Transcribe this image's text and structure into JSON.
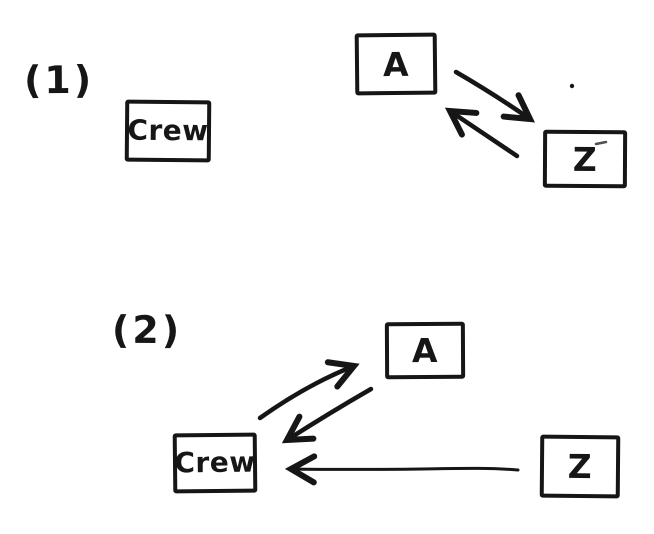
{
  "theme": {
    "paper": "#ffffff",
    "ink": "#161616"
  },
  "figure": {
    "diagrams": [
      {
        "label": "(1)",
        "nodes": {
          "crew": "Crew",
          "a": "A",
          "z": "Z"
        },
        "edges": [
          {
            "from": "A",
            "to": "Z"
          },
          {
            "from": "Z",
            "to": "A"
          }
        ]
      },
      {
        "label": "(2)",
        "nodes": {
          "crew": "Crew",
          "a": "A",
          "z": "Z"
        },
        "edges": [
          {
            "from": "Crew",
            "to": "A"
          },
          {
            "from": "A",
            "to": "Crew"
          },
          {
            "from": "Z",
            "to": "Crew"
          }
        ]
      }
    ]
  }
}
